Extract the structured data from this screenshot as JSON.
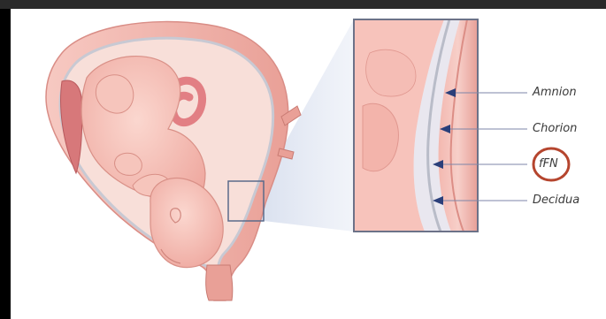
{
  "labels": {
    "amnion": "Amnion",
    "chorion": "Chorion",
    "ffn": "fFN",
    "decidua": "Decidua"
  },
  "colors": {
    "skin": "#f2b7b0",
    "skin_dark": "#d98d86",
    "uterus_wall": "#e79a93",
    "highlight_circle": "#b5452e",
    "arrow": "#2b3f7a",
    "membrane_gray": "#b9bcc8"
  }
}
